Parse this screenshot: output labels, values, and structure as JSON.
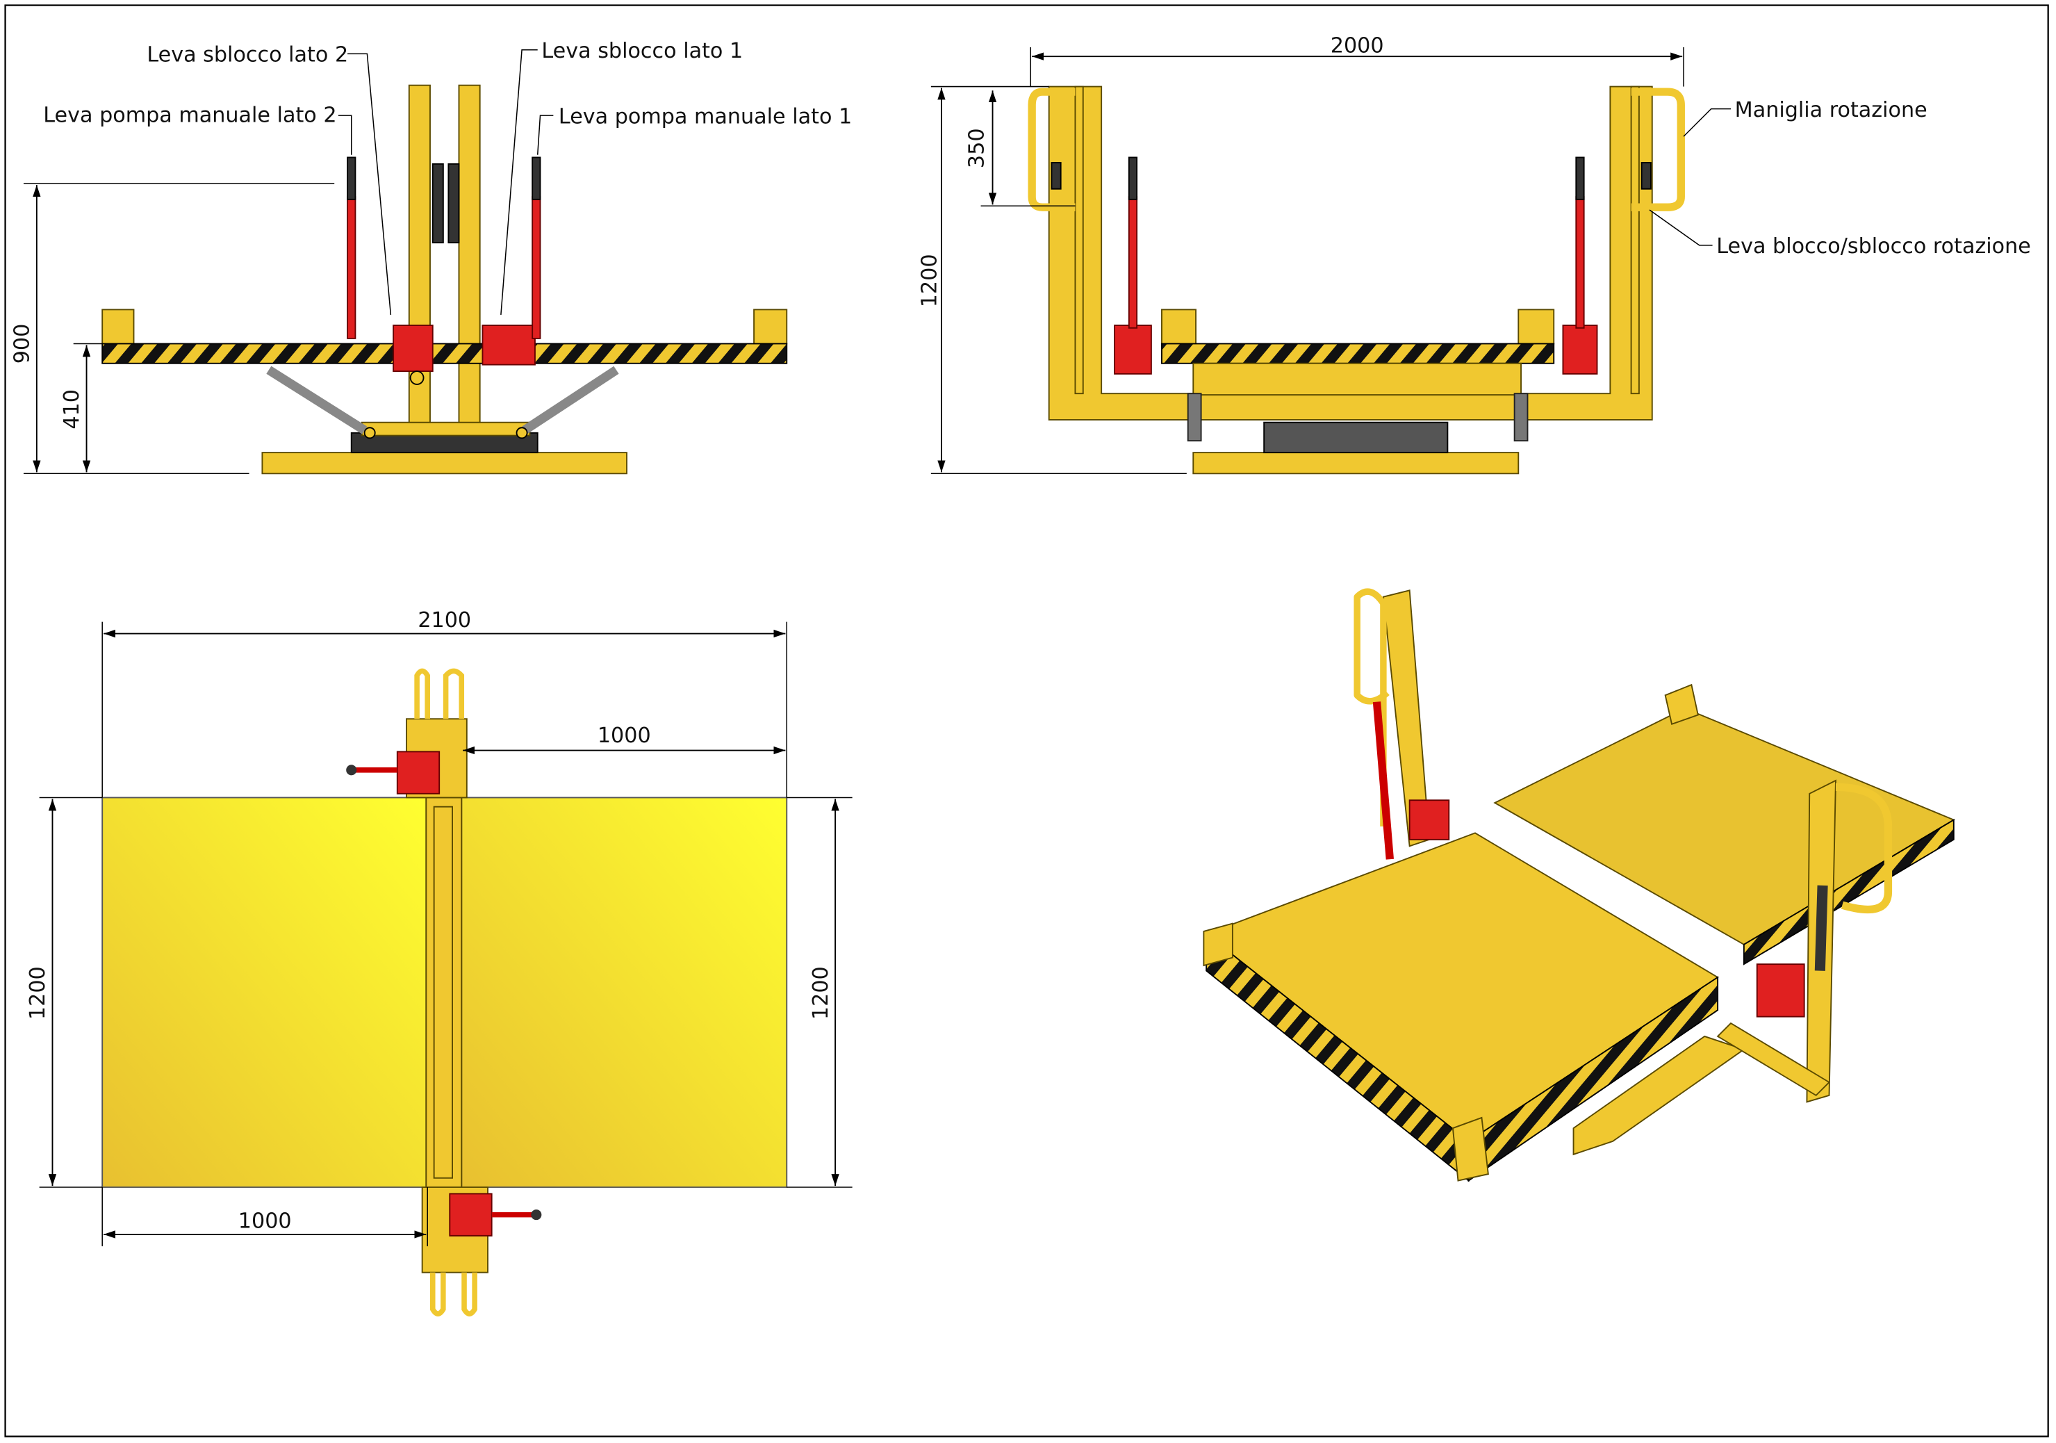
{
  "front_view": {
    "labels": {
      "release_lever_side2": "Leva sblocco lato 2",
      "release_lever_side1": "Leva sblocco lato 1",
      "pump_lever_side2": "Leva pompa manuale lato 2",
      "pump_lever_side1": "Leva pompa manuale lato 1"
    },
    "dimensions": {
      "total_height": "900",
      "platform_height": "410"
    }
  },
  "side_view": {
    "labels": {
      "rotation_handle": "Maniglia rotazione",
      "rotation_lock_lever": "Leva blocco/sblocco rotazione"
    },
    "dimensions": {
      "width": "2000",
      "height": "1200",
      "handle_height": "350"
    }
  },
  "top_view": {
    "dimensions": {
      "total_width": "2100",
      "right_half": "1000",
      "left_half": "1000",
      "left_depth": "1200",
      "right_depth": "1200"
    }
  },
  "colors": {
    "frame": "#f0c830",
    "pump": "#e02020",
    "hazard": "#111111"
  }
}
